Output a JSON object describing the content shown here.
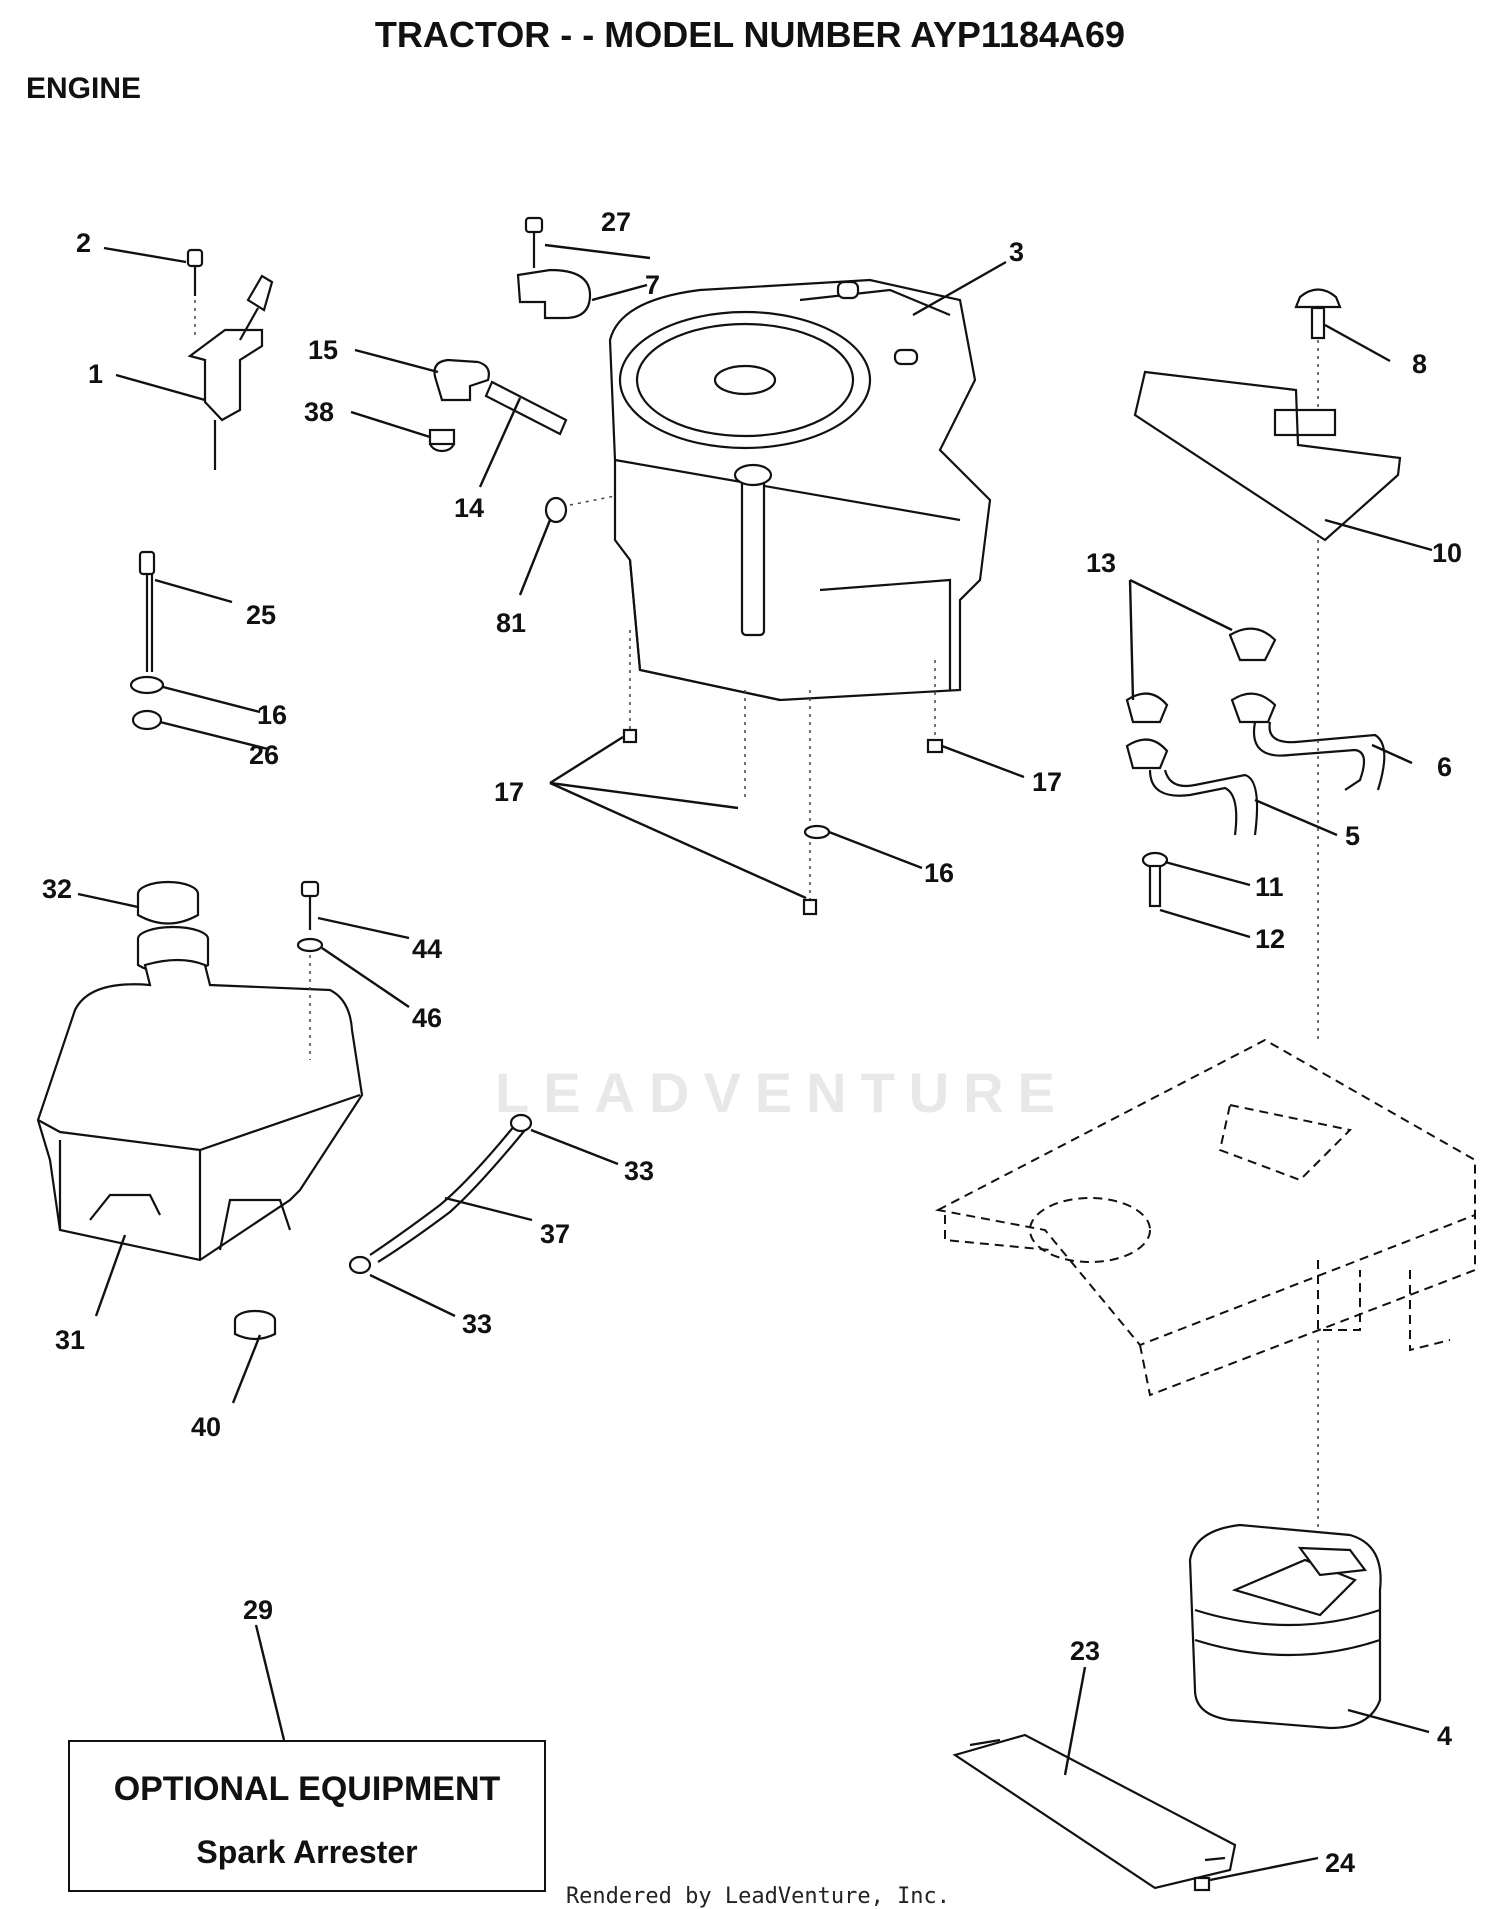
{
  "header": {
    "title": "TRACTOR - - MODEL NUMBER AYP1184A69",
    "section": "ENGINE"
  },
  "callouts": {
    "c1": "1",
    "c2": "2",
    "c3": "3",
    "c4": "4",
    "c5": "5",
    "c6": "6",
    "c7": "7",
    "c8": "8",
    "c10": "10",
    "c11": "11",
    "c12": "12",
    "c13": "13",
    "c14": "14",
    "c15": "15",
    "c16a": "16",
    "c16b": "16",
    "c17a": "17",
    "c17b": "17",
    "c23": "23",
    "c24": "24",
    "c25": "25",
    "c26": "26",
    "c27": "27",
    "c29": "29",
    "c31": "31",
    "c32": "32",
    "c33a": "33",
    "c33b": "33",
    "c37": "37",
    "c38": "38",
    "c40": "40",
    "c44": "44",
    "c46": "46",
    "c81": "81"
  },
  "optional_box": {
    "title": "OPTIONAL EQUIPMENT",
    "item": "Spark Arrester"
  },
  "watermark": "LEADVENTURE",
  "footer": "Rendered by LeadVenture, Inc."
}
